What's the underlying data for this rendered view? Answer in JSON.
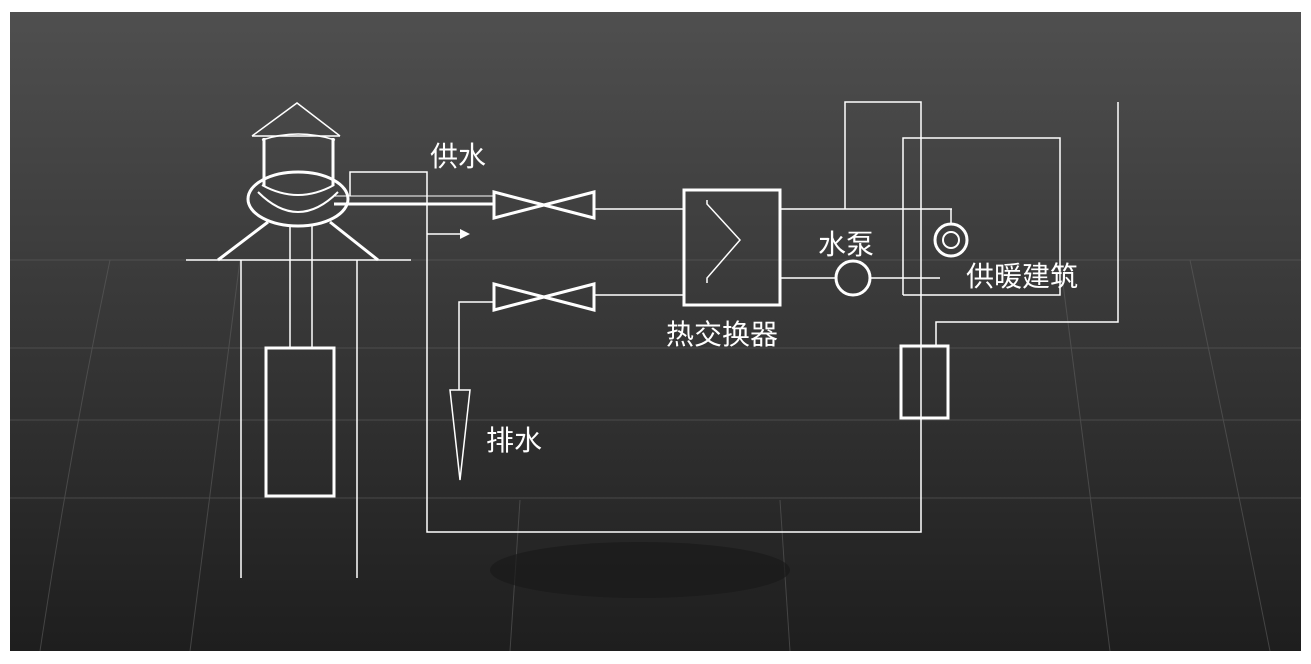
{
  "labels": {
    "supply": "供水",
    "drain": "排水",
    "heat_exchanger": "热交换器",
    "pump": "水泵",
    "heated_building": "供暖建筑"
  },
  "colors": {
    "background_top": "#4f4f4f",
    "background_bottom": "#1e1e1e",
    "line": "#ffffff",
    "grid": "#6a6a6a"
  }
}
